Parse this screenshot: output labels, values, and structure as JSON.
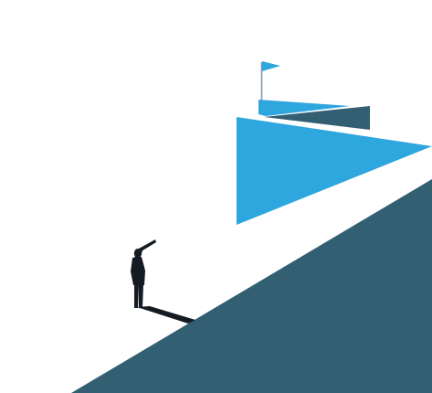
{
  "colors": {
    "background": "#ffffff",
    "slope": "#335f73",
    "path_light": "#2ea6de",
    "path_dark": "#335f73",
    "figure": "#141b22",
    "shadow": "#141b22",
    "flag": "#2ea6de",
    "pole": "#7f9aaa"
  },
  "scene": {
    "elements": [
      "mountain-slope",
      "zigzag-path",
      "goal-flag",
      "businessman-with-telescope",
      "figure-shadow"
    ]
  }
}
